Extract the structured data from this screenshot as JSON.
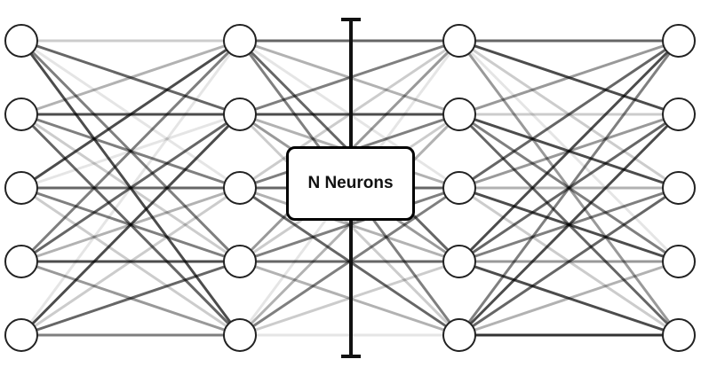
{
  "diagram": {
    "label": "N Neurons",
    "layers": [
      {
        "name": "input-layer",
        "neurons": 5
      },
      {
        "name": "hidden-layer-1",
        "neurons": 5
      },
      {
        "name": "hidden-layer-2",
        "neurons": 5
      },
      {
        "name": "output-layer",
        "neurons": 5
      }
    ],
    "connections": [
      [
        [
          0.2,
          0.6,
          0.1,
          0.5,
          0.7
        ],
        [
          0.3,
          0.7,
          0.5,
          0.2,
          0.6
        ],
        [
          0.7,
          0.1,
          0.6,
          0.5,
          0.2
        ],
        [
          0.5,
          0.6,
          0.3,
          0.7,
          0.4
        ],
        [
          0.1,
          0.7,
          0.2,
          0.6,
          0.5
        ]
      ],
      [
        [
          0.6,
          0.3,
          0.1,
          0.6,
          0.5
        ],
        [
          0.5,
          0.7,
          0.3,
          0.4,
          0.2
        ],
        [
          0.2,
          0.5,
          0.6,
          0.3,
          0.6
        ],
        [
          0.4,
          0.2,
          0.5,
          0.6,
          0.3
        ],
        [
          0.1,
          0.3,
          0.5,
          0.2,
          0.1
        ]
      ],
      [
        [
          0.6,
          0.7,
          0.2,
          0.1,
          0.4
        ],
        [
          0.4,
          0.2,
          0.7,
          0.5,
          0.6
        ],
        [
          0.6,
          0.4,
          0.3,
          0.7,
          0.2
        ],
        [
          0.7,
          0.6,
          0.5,
          0.4,
          0.7
        ],
        [
          0.5,
          0.7,
          0.6,
          0.3,
          0.8
        ]
      ]
    ],
    "colors": {
      "node_stroke": "#222222",
      "node_fill": "#ffffff",
      "bracket": "#111111",
      "edge": "#000000"
    }
  }
}
